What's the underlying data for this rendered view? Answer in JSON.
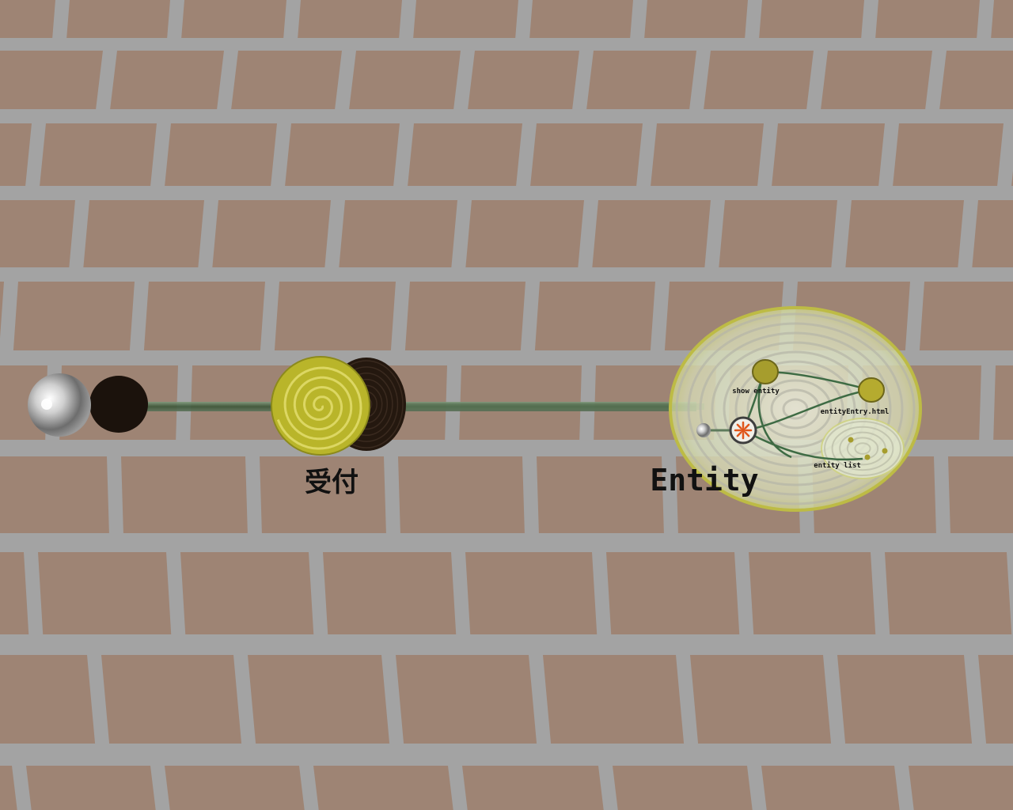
{
  "scene": {
    "wall_color": "#9e8474",
    "mortar_color": "#a3a3a3"
  },
  "nodes": {
    "reception_label": "受付",
    "entity_label": "Entity"
  },
  "entity_children": {
    "show_entity_label": "show entity",
    "entity_entry_label": "entityEntry.html",
    "entity_list_label": "entity list"
  },
  "colors": {
    "node_yellow": "#b9b52a",
    "node_dark": "#2a1d14",
    "connector_green": "#3f5a3a",
    "disc_glass": "#dfe6c8",
    "accent_orange": "#e0561b"
  }
}
